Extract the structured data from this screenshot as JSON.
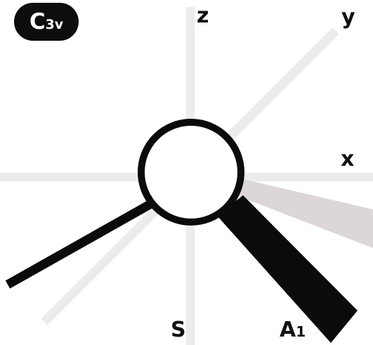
{
  "symmetry_badge": {
    "main": "C",
    "sub": "3v"
  },
  "axes": {
    "z": "z",
    "y": "y",
    "x": "x"
  },
  "irreps": {
    "s_label": "S",
    "a1_main": "A",
    "a1_sub": "1"
  },
  "colors": {
    "axis_line": "#ececec",
    "bond": "#0b0b0b",
    "wedge_shaded": "#dcd6d6",
    "atom_fill": "#ffffff",
    "badge_bg": "#0d0d0d"
  }
}
